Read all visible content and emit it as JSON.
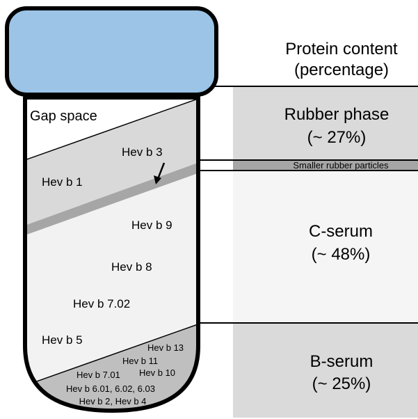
{
  "header": {
    "line1": "Protein content",
    "line2": "(percentage)"
  },
  "tube": {
    "gap_label": "Gap space",
    "labels": {
      "hevb3": "Hev b 3",
      "hevb1": "Hev b 1",
      "hevb9": "Hev b 9",
      "hevb8": "Hev b 8",
      "hevb702": "Hev b 7.02",
      "hevb5": "Hev b 5",
      "hevb13": "Hev b 13",
      "hevb11": "Hev b 11",
      "hevb10": "Hev b 10",
      "hevb701": "Hev b 7.01",
      "hevb6": "Hev b 6.01, 6.02, 6.03",
      "hevb2_4": "Hev b 2, Hev b 4"
    }
  },
  "phases": {
    "rubber": {
      "name": "Rubber phase",
      "value": "(~ 27%)"
    },
    "small_particles": {
      "name": "Smaller  rubber particles"
    },
    "cserum": {
      "name": "C-serum",
      "value": "(~ 48%)"
    },
    "bserum": {
      "name": "B-serum",
      "value": "(~ 25%)"
    }
  },
  "colors": {
    "cap": "#9cc4e6",
    "rubber_band": "#d9d9d9",
    "small_band": "#a6a6a6",
    "cserum": "#f2f2f2",
    "bserum": "#bfbfbf",
    "panel_light": "#dadada",
    "panel_white": "#f5f5f5",
    "outline": "#000000"
  }
}
